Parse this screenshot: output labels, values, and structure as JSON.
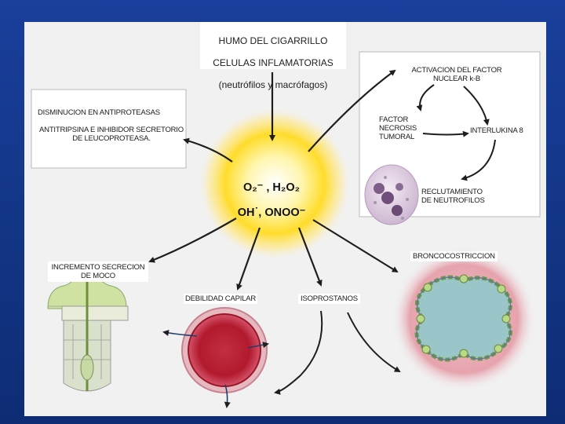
{
  "title": {
    "line1": "HUMO DEL CIGARRILLO",
    "line2": "CELULAS INFLAMATORIAS",
    "line3": "(neutrófilos y macrófagos)"
  },
  "center": {
    "line1": "O₂⁻ , H₂O₂",
    "line2": "OH˙, ONOO⁻"
  },
  "antiprotease": {
    "heading": "DISMINUCION EN ANTIPROTEASAS",
    "detail": "ANTITRIPSINA E INHIBIDOR SECRETORIO\nDE LEUCOPROTEASA."
  },
  "nfkb": {
    "activation": "ACTIVACION DEL FACTOR\nNUCLEAR k-B",
    "tnf": "FACTOR\nNECROSIS\nTUMORAL",
    "il8": "INTERLUKINA 8",
    "recruitment": "RECLUTAMIENTO\nDE NEUTROFILOS"
  },
  "effects": {
    "mucus": "INCREMENTO SECRECION\nDE MOCO",
    "capillary": "DEBILIDAD CAPILAR",
    "isoprostanes": "ISOPROSTANOS",
    "bronchoconstriction": "BRONCOCOSTRICCION"
  },
  "colors": {
    "background": "#163a93",
    "panel": "#f1f1f1",
    "glow": "#ffd200",
    "arrow": "#1e1e1e"
  }
}
